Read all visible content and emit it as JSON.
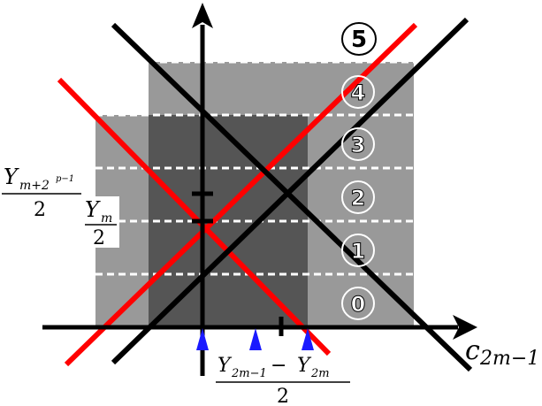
{
  "regions": [
    "0",
    "1",
    "2",
    "3",
    "4",
    "5"
  ],
  "labels": {
    "y_top_num": "Y",
    "y_top_sub": "m+2",
    "y_top_sup": "p−1",
    "y_top_den": "2",
    "y_mid_num": "Y",
    "y_mid_sub": "m",
    "y_mid_den": "2",
    "x_axis_c": "c",
    "x_axis_sub": "2m−1",
    "bottom_y1": "Y",
    "bottom_y1_sub": "2m−1",
    "bottom_minus": "−",
    "bottom_y2": "Y",
    "bottom_y2_sub": "2m",
    "bottom_den": "2"
  },
  "colors": {
    "red": "#ff0000",
    "black": "#000000",
    "light_gray": "#999999",
    "dark_gray": "#555555",
    "marker_blue": "#1a1aff"
  }
}
